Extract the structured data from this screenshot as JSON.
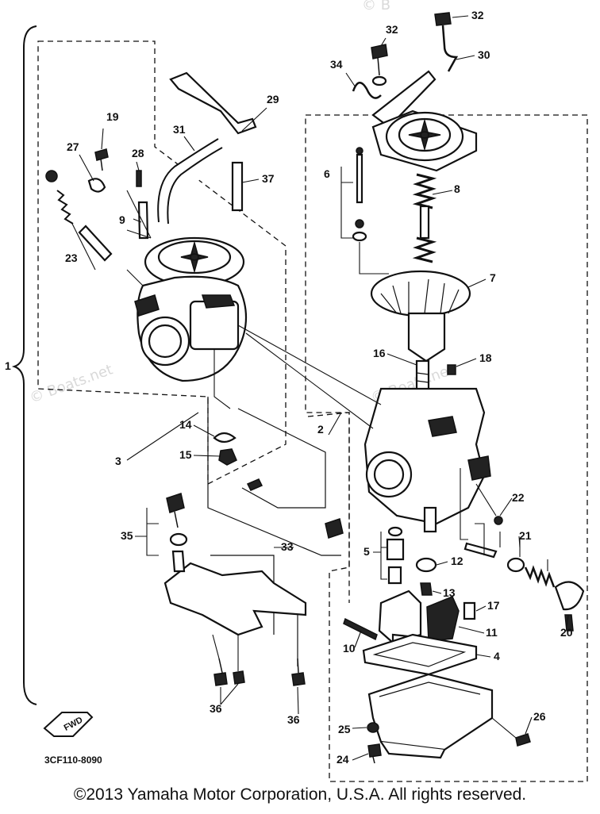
{
  "diagram": {
    "callouts": [
      "1",
      "2",
      "3",
      "4",
      "5",
      "6",
      "7",
      "8",
      "9",
      "10",
      "11",
      "12",
      "13",
      "14",
      "15",
      "16",
      "17",
      "18",
      "19",
      "20",
      "21",
      "22",
      "23",
      "24",
      "25",
      "26",
      "27",
      "28",
      "29",
      "30",
      "31",
      "32",
      "32",
      "33",
      "34",
      "35",
      "36",
      "36",
      "37"
    ],
    "fwd_label": "FWD",
    "drawing_code": "3CF110-8090",
    "watermarks": [
      "© Boats.net",
      "© Boats.net",
      "© B"
    ]
  },
  "footer": {
    "copyright": "©2013 Yamaha Motor Corporation, U.S.A. All rights reserved."
  }
}
